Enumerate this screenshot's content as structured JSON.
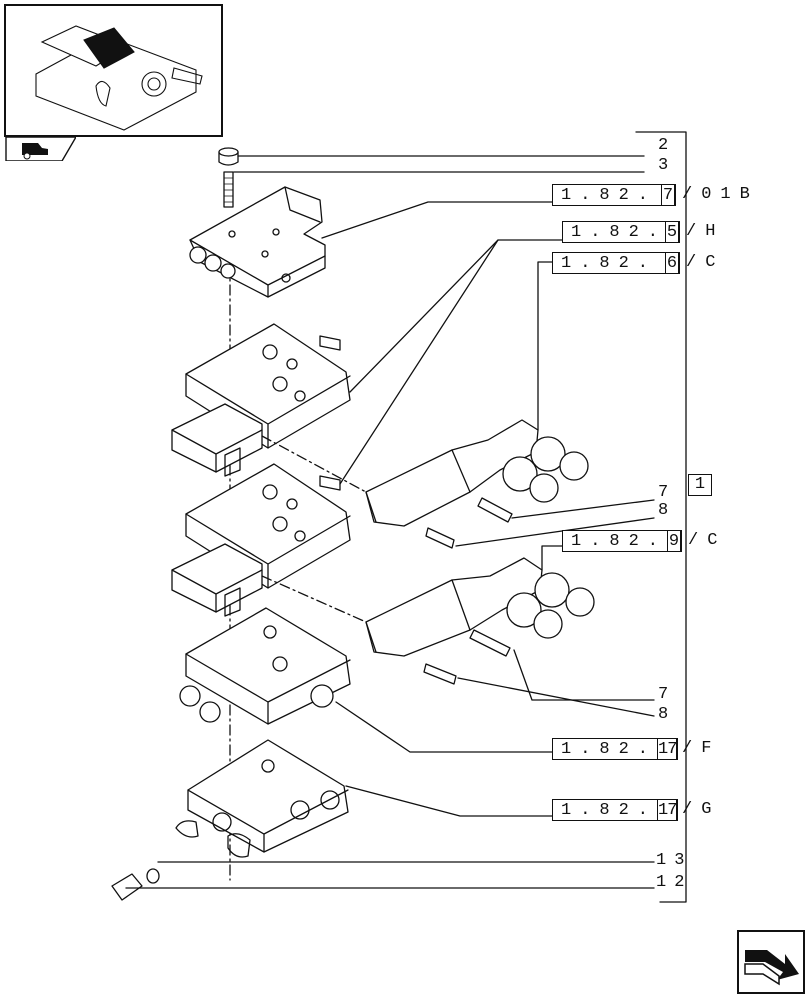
{
  "thumbnail": {
    "icon": "assembly-thumbnail-icon"
  },
  "tab": {
    "icon": "tractor-section-icon"
  },
  "references": [
    {
      "prefix": "1.82.",
      "boxed": "7",
      "suffix": "/01B"
    },
    {
      "prefix": "1.82.",
      "boxed": "5",
      "suffix": "/H"
    },
    {
      "prefix": "1.82.",
      "boxed": "6",
      "suffix": "/C"
    },
    {
      "prefix": "1.82.",
      "boxed": "9",
      "suffix": "/C"
    },
    {
      "prefix": "1.82.",
      "boxed": "17",
      "suffix": "/F"
    },
    {
      "prefix": "1.82.",
      "boxed": "17",
      "suffix": "/G"
    }
  ],
  "callouts": {
    "c2": "2",
    "c3": "3",
    "c7a": "7",
    "c8a": "8",
    "c7b": "7",
    "c8b": "8",
    "c13": "13",
    "c12": "12"
  },
  "assembly_ref": "1",
  "nav": {
    "icon": "next-page-arrow-icon"
  }
}
